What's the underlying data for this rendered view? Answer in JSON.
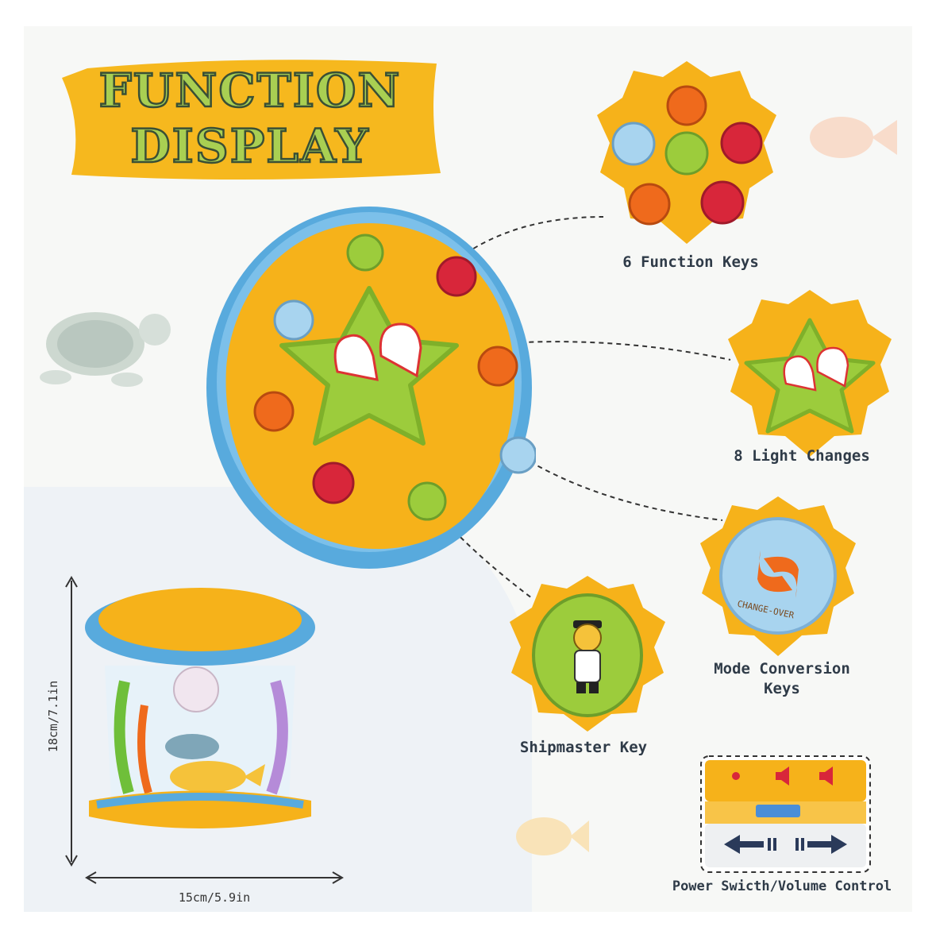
{
  "banner": {
    "line1": "FUNCTION",
    "line2": "DISPLAY"
  },
  "callouts": {
    "function_keys": "6 Function Keys",
    "light_changes": "8 Light Changes",
    "mode_conversion_line1": "Mode Conversion",
    "mode_conversion_line2": "Keys",
    "shipmaster": "Shipmaster Key",
    "power": "Power Swicth/Volume Control"
  },
  "button_text": {
    "change_over": "CHANGE-OVER"
  },
  "dimensions": {
    "height": "18cm/7.1in",
    "width": "15cm/5.9in"
  },
  "colors": {
    "yellow": "#f6b21a",
    "blue": "#5aaee0",
    "green": "#9ccc3c",
    "title_green": "#a9cf52",
    "title_outline": "#3a4f35"
  },
  "icons": [
    "seal-button-icon",
    "octopus-button-icon",
    "fish-button-icon",
    "crab-button-icon",
    "tiger-captain-icon",
    "hands-icon",
    "change-over-arrows-icon",
    "power-dot-icon",
    "speaker-icon",
    "arrow-left-icon",
    "arrow-right-icon",
    "turtle-icon",
    "dolphin-icon"
  ]
}
